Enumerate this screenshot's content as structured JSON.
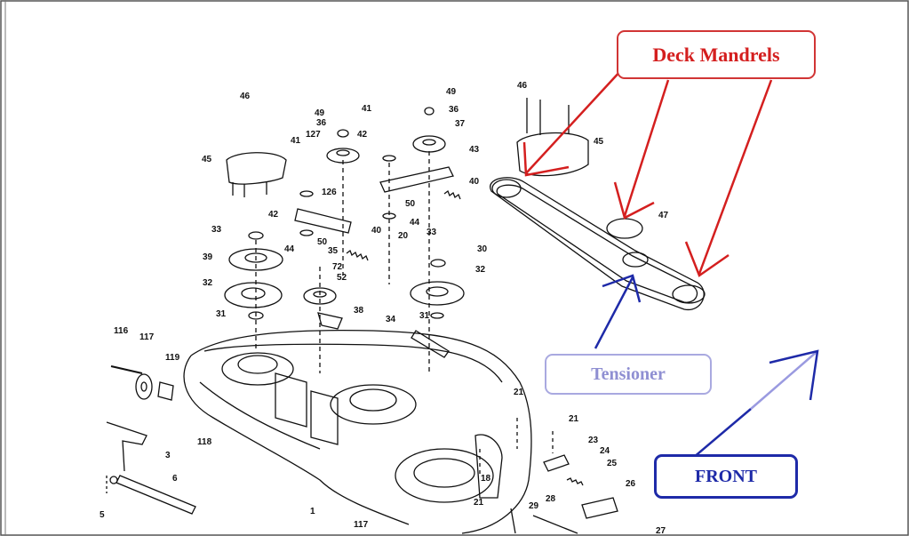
{
  "callouts": {
    "deck_mandrels": "Deck Mandrels",
    "tensioner": "Tensioner",
    "front": "FRONT"
  },
  "colors": {
    "callout_red": "#d41f1f",
    "callout_light_blue": "#8f8fd2",
    "callout_navy": "#1e2aa8",
    "line_art": "#111111"
  },
  "part_numbers": {
    "n46a": "46",
    "n45a": "45",
    "n41a": "41",
    "n49a": "49",
    "n36a": "36",
    "n127": "127",
    "n41b": "41",
    "n42a": "42",
    "n49b": "49",
    "n36b": "36",
    "n37": "37",
    "n43": "43",
    "n126": "126",
    "n42b": "42",
    "n50a": "50",
    "n40a": "40",
    "n44a": "44",
    "n50b": "50",
    "n40b": "40",
    "n44b": "44",
    "n33a": "33",
    "n39": "39",
    "n32a": "32",
    "n31a": "31",
    "n72": "72",
    "n52": "52",
    "n35": "35",
    "n38": "38",
    "n20": "20",
    "n33b": "33",
    "n30": "30",
    "n32b": "32",
    "n34": "34",
    "n31b": "31",
    "n116": "116",
    "n117a": "117",
    "n119": "119",
    "n118": "118",
    "n3": "3",
    "n6": "6",
    "n5": "5",
    "n1": "1",
    "n117b": "117",
    "n21a": "21",
    "n21b": "21",
    "n23": "23",
    "n24": "24",
    "n25": "25",
    "n18": "18",
    "n21c": "21",
    "n29": "29",
    "n28": "28",
    "n26": "26",
    "n27": "27",
    "n46b": "46",
    "n45b": "45",
    "n47": "47"
  }
}
